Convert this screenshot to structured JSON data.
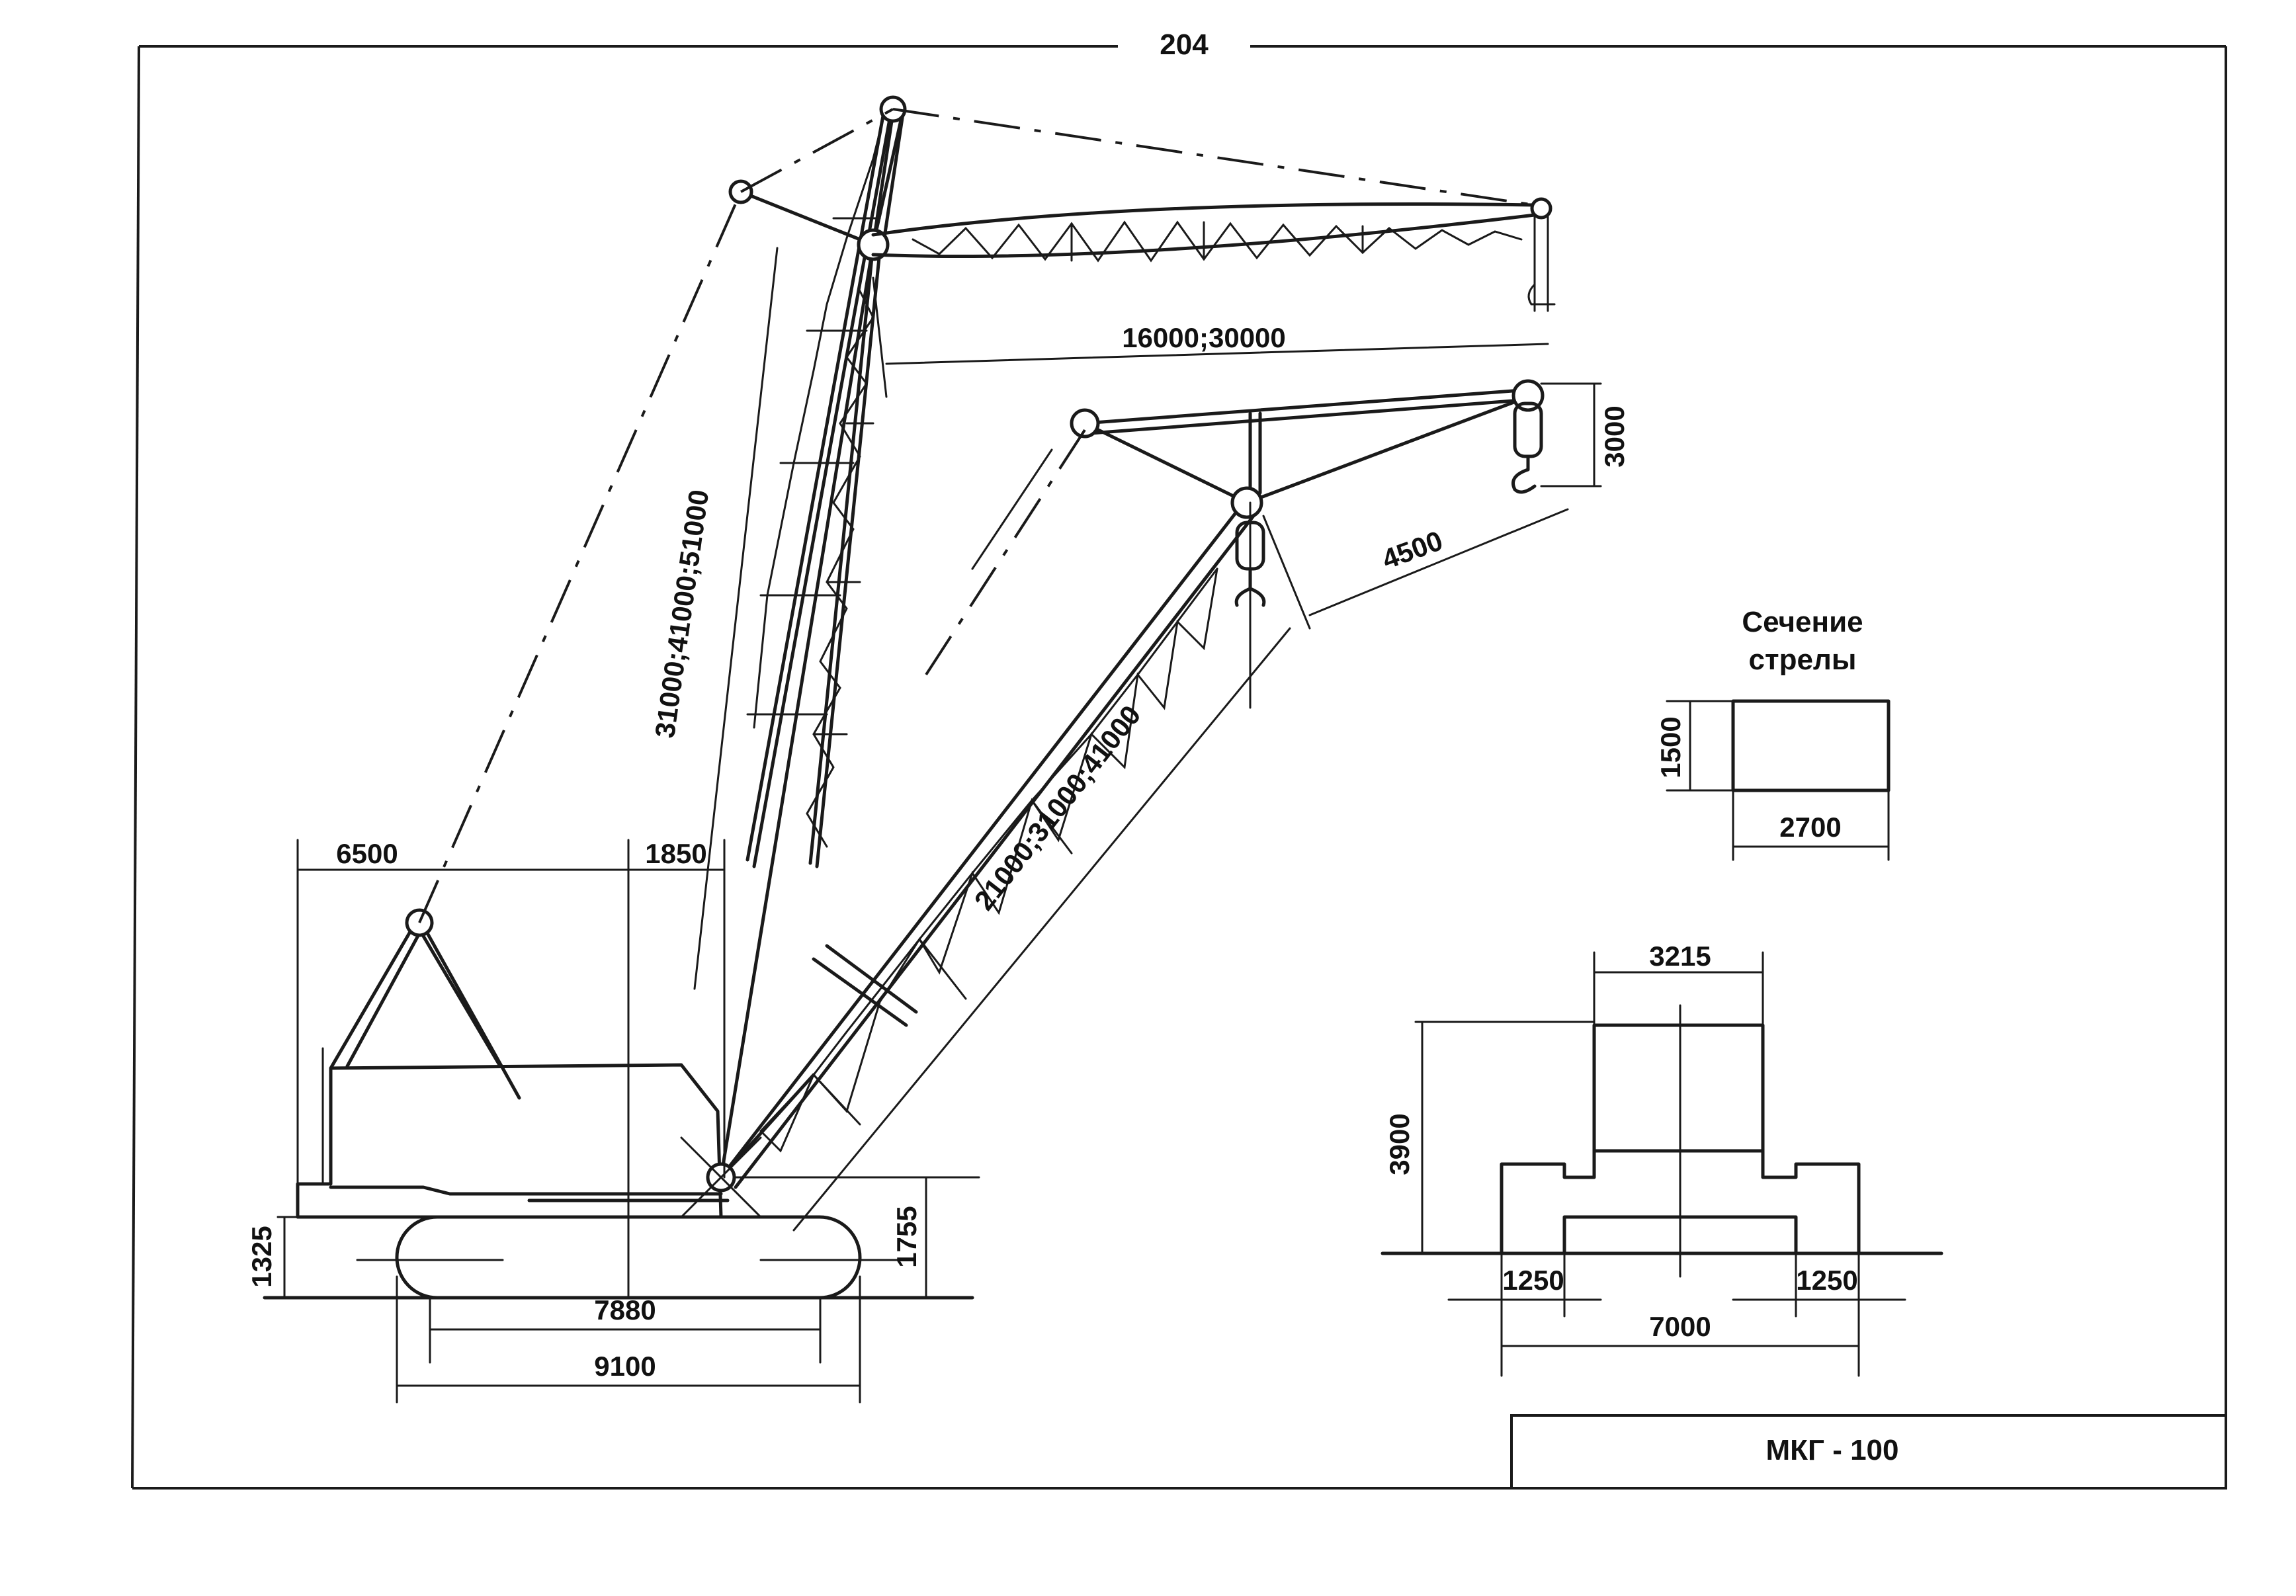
{
  "page": {
    "number": "204"
  },
  "title_block": {
    "model": "МКГ - 100"
  },
  "main_view": {
    "dimensions": {
      "boom_length": "21000;31000;41000",
      "jib_length": "31000;41000;51000",
      "jib_reach": "16000;30000",
      "short_jib_reach": "4500",
      "hook_drop": "3000",
      "counterweight_radius": "6500",
      "pivot_offset": "1850",
      "body_height": "1325",
      "boom_heel_height": "1755",
      "track_base": "7880",
      "track_length": "9100"
    }
  },
  "section": {
    "title_line1": "Сечение",
    "title_line2": "стрелы",
    "height": "1500",
    "width": "2700"
  },
  "front_view": {
    "cab_width": "3215",
    "height": "3900",
    "track_width_left": "1250",
    "track_width_right": "1250",
    "gauge": "7000"
  }
}
